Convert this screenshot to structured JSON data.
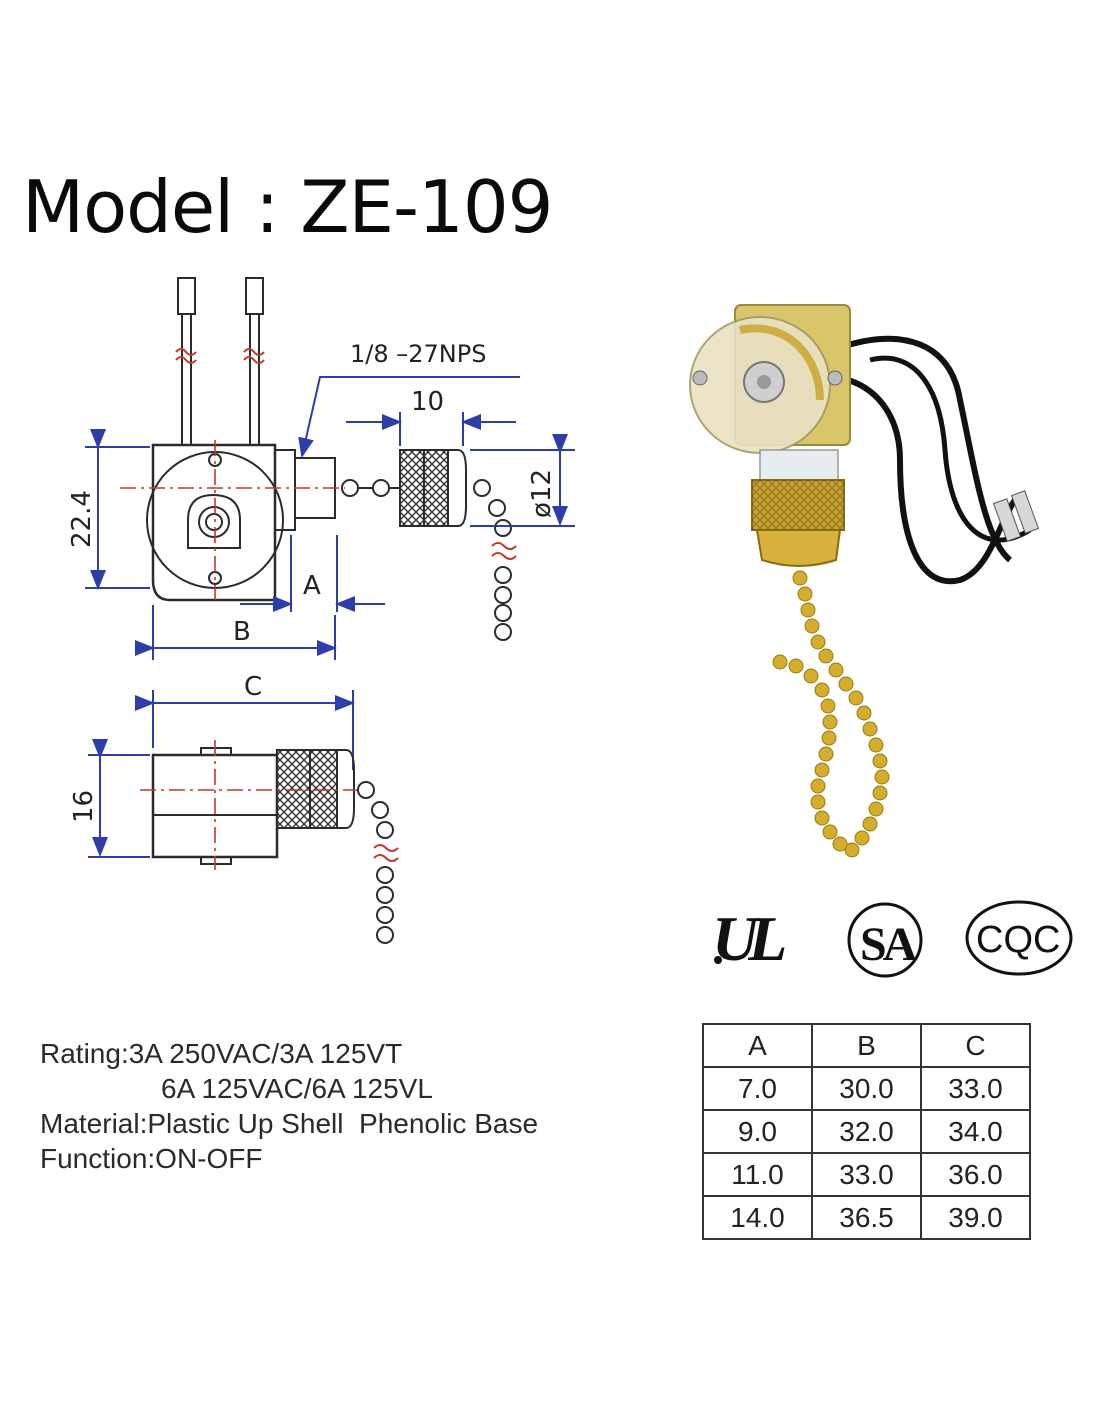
{
  "title": "Model : ZE-109",
  "drawing": {
    "thread_label": "1/8 –27NPS",
    "dim_10": "10",
    "dim_12": "ø12",
    "dim_22_4": "22.4",
    "dim_A": "A",
    "dim_B": "B",
    "dim_C": "C",
    "dim_16": "16"
  },
  "certifications": {
    "ul": "UL",
    "csa": "SA",
    "cqc": "CQC"
  },
  "specs": {
    "rating_label": "Rating:",
    "rating_line1": "3A 250VAC/3A 125VT",
    "rating_line2": "6A 125VAC/6A 125VL",
    "material_label": "Material:",
    "material_value": "Plastic Up Shell  Phenolic Base",
    "function_label": "Function:",
    "function_value": "ON-OFF"
  },
  "table": {
    "headers": [
      "A",
      "B",
      "C"
    ],
    "rows": [
      [
        "7.0",
        "30.0",
        "33.0"
      ],
      [
        "9.0",
        "32.0",
        "34.0"
      ],
      [
        "11.0",
        "33.0",
        "36.0"
      ],
      [
        "14.0",
        "36.5",
        "39.0"
      ]
    ]
  },
  "colors": {
    "line": "#2b2b2b",
    "dimension": "#2e3ea8",
    "centerline": "#c0392b",
    "brass": "#c9a227",
    "wire": "#111111"
  }
}
